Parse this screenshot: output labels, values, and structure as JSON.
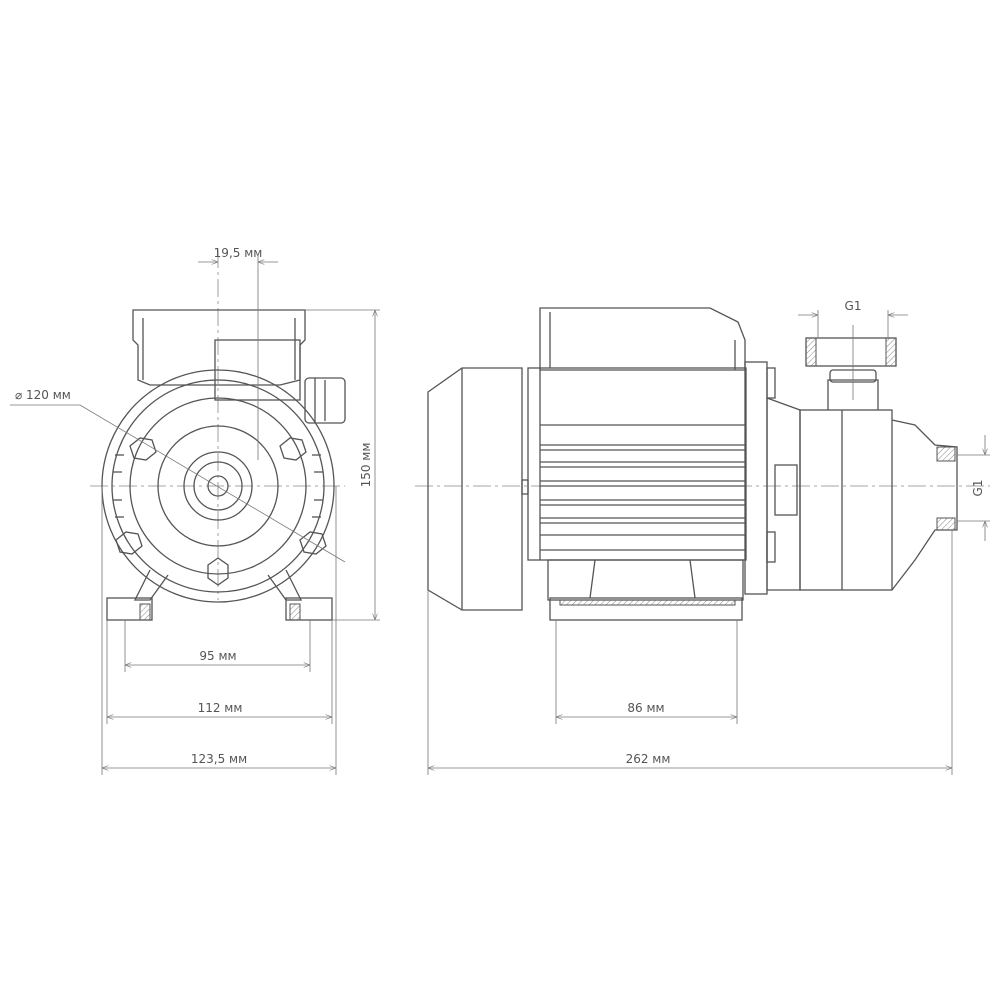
{
  "title": "Pump dimension drawing",
  "front_view": {
    "shaft_offset": "19,5 мм",
    "diameter": "⌀ 120 мм",
    "height": "150 мм",
    "foot_holes": "95 мм",
    "base_width": "112 мм",
    "overall_width": "123,5 мм"
  },
  "side_view": {
    "outlet_thread": "G1",
    "inlet_thread": "G1",
    "base_holes": "86 мм",
    "overall_length": "262 мм"
  }
}
